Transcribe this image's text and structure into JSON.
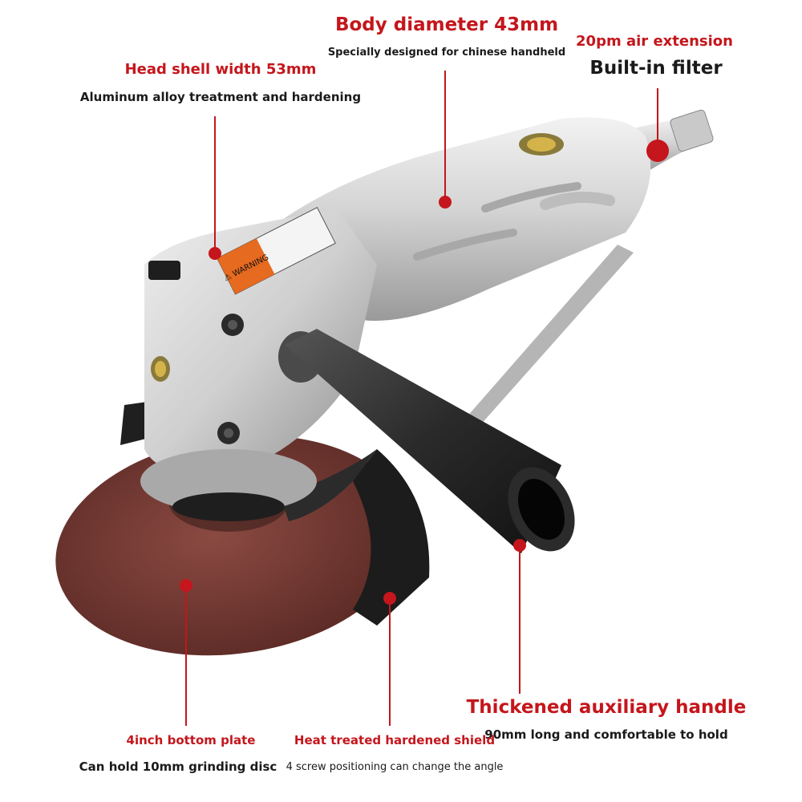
{
  "colors": {
    "accent": "#c4161c",
    "text": "#1a1a1a",
    "background": "#ffffff"
  },
  "illustration": {
    "subject": "pneumatic angle grinder",
    "warning_label": "⚠ WARNING"
  },
  "callouts": {
    "body": {
      "title": "Body diameter 43mm",
      "desc": "Specially designed for chinese handheld"
    },
    "air": {
      "title": "20pm air extension",
      "desc": "Built-in filter"
    },
    "head": {
      "title": "Head shell width 53mm",
      "desc": "Aluminum alloy treatment and hardening"
    },
    "handle": {
      "title": "Thickened auxiliary handle",
      "desc": "90mm long and comfortable to hold"
    },
    "plate": {
      "title": "4inch bottom plate",
      "desc": "Can hold 10mm grinding disc"
    },
    "shield": {
      "title": "Heat treated hardened shield",
      "desc": "4 screw positioning can change the angle"
    }
  }
}
